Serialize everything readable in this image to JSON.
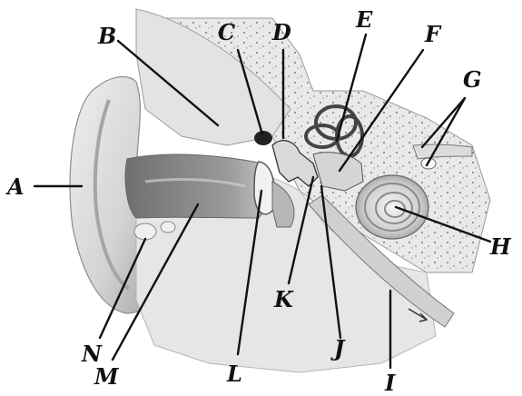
{
  "labels": {
    "A": "A",
    "B": "B",
    "C": "C",
    "D": "D",
    "E": "E",
    "F": "F",
    "G": "G",
    "H": "H",
    "I": "I",
    "J": "J",
    "K": "K",
    "L": "L",
    "M": "M",
    "N": "N"
  },
  "colors": {
    "background": "#ffffff",
    "skin": "#dedede",
    "skin_shadow": "#a9a9a9",
    "bone": "#e8e8e8",
    "bone_speckle": "#777777",
    "canal": "#8f8f8f",
    "cochlea": "#cfcfcf",
    "label": "#111111"
  }
}
